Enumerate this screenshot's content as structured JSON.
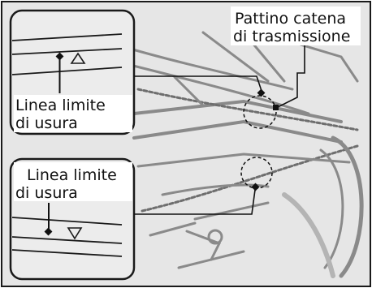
{
  "figure": {
    "colors": {
      "frame": "#1a1a1a",
      "photo_background": "#e6e6e6",
      "photo_line": "#8a8a8a",
      "inset_fill": "#ececec",
      "label_fill": "#ffffff"
    }
  },
  "labels": {
    "slider": {
      "line1": "Pattino catena",
      "line2": "di trasmissione"
    },
    "wear_limit_top": {
      "line1": "Linea limite",
      "line2": "di usura"
    },
    "wear_limit_bottom": {
      "line1": "Linea limite",
      "line2": "di usura"
    }
  },
  "icons": {
    "triangle_up": "triangle-up-icon",
    "triangle_down": "triangle-down-icon",
    "dashed_circle": "dashed-circle-icon"
  }
}
